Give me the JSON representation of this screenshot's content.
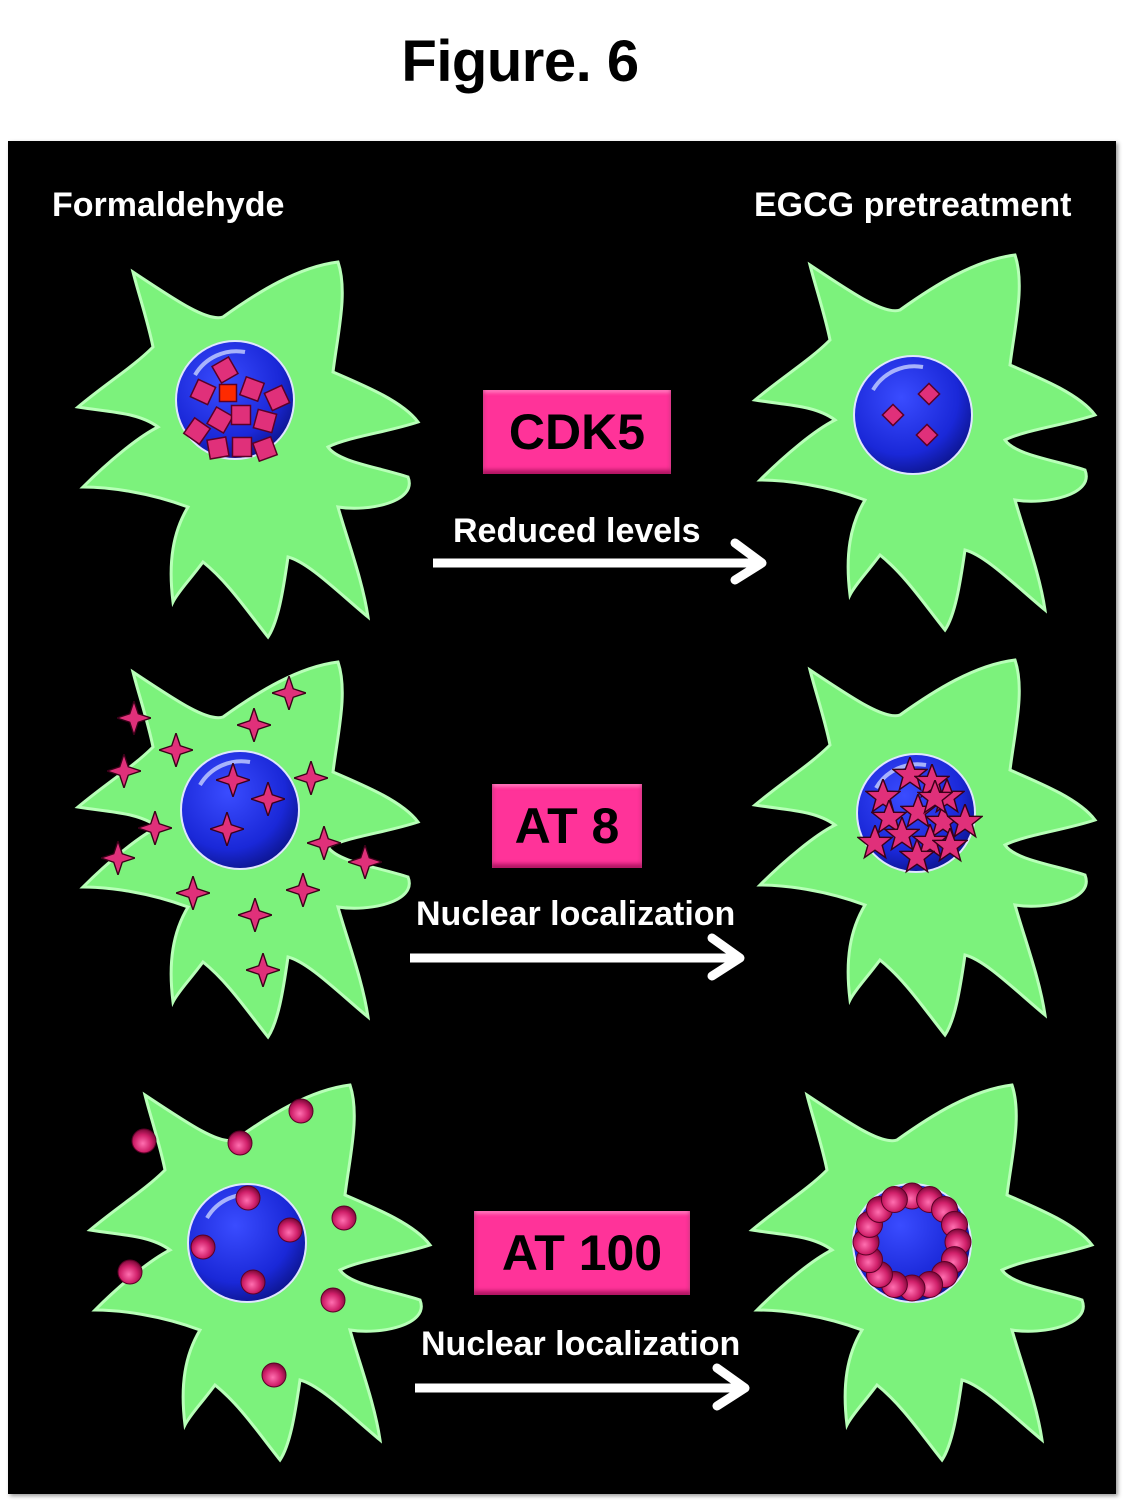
{
  "figure": {
    "title": "Figure. 6"
  },
  "columns": {
    "left_label": "Formaldehyde",
    "right_label": "EGCG pretreatment"
  },
  "rows": [
    {
      "marker": "CDK5",
      "effect": "Reduced levels",
      "left_particle": "square",
      "right_particle": "square",
      "left_nuclear_count": 12,
      "right_nuclear_count": 3
    },
    {
      "marker": "AT 8",
      "effect": "Nuclear localization",
      "left_particle": "star",
      "right_particle": "star"
    },
    {
      "marker": "AT 100",
      "effect": "Nuclear localization",
      "left_particle": "sphere",
      "right_particle": "sphere"
    }
  ],
  "colors": {
    "background": "#000000",
    "cell": "#7cf27c",
    "nucleus": "#1f2fe0",
    "marker_tag": "#ff3399",
    "particle": "#e0307a",
    "highlight": "#ff2a00",
    "text": "#ffffff"
  }
}
